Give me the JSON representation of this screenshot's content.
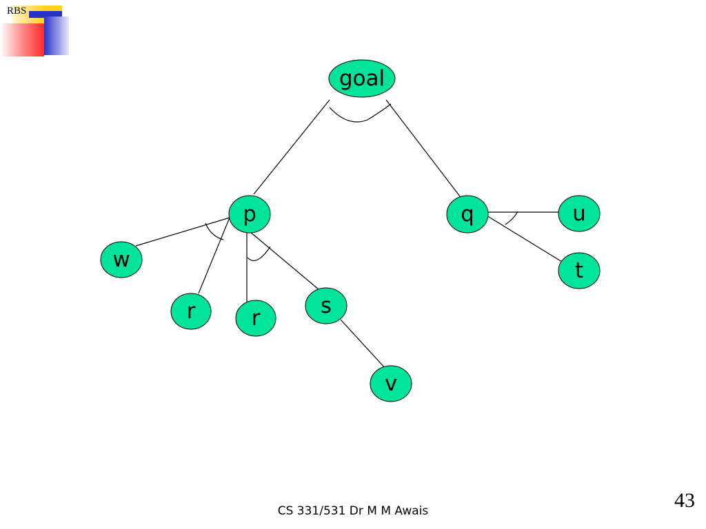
{
  "logo": {
    "text": "RBS",
    "colors": {
      "yellow": "#ffd21e",
      "red": "#ff2a2a",
      "blue": "#2832c8"
    }
  },
  "diagram": {
    "node_fill": "#00e39a",
    "edge_color": "#000000",
    "nodes": [
      {
        "id": "goal",
        "label": "goal"
      },
      {
        "id": "p",
        "label": "p"
      },
      {
        "id": "q",
        "label": "q"
      },
      {
        "id": "u",
        "label": "u"
      },
      {
        "id": "t",
        "label": "t"
      },
      {
        "id": "w",
        "label": "w"
      },
      {
        "id": "r1",
        "label": "r"
      },
      {
        "id": "r2",
        "label": "r"
      },
      {
        "id": "s",
        "label": "s"
      },
      {
        "id": "v",
        "label": "v"
      }
    ],
    "edges": [
      {
        "from": "goal",
        "to": "p"
      },
      {
        "from": "goal",
        "to": "q"
      },
      {
        "from": "q",
        "to": "u"
      },
      {
        "from": "q",
        "to": "t"
      },
      {
        "from": "p",
        "to": "w"
      },
      {
        "from": "p",
        "to": "r1"
      },
      {
        "from": "p",
        "to": "r2"
      },
      {
        "from": "p",
        "to": "s"
      },
      {
        "from": "s",
        "to": "v"
      }
    ],
    "and_arcs": [
      {
        "parent": "goal",
        "children": [
          "p",
          "q"
        ]
      },
      {
        "parent": "q",
        "children": [
          "u",
          "t"
        ]
      },
      {
        "parent": "p",
        "children": [
          "w",
          "r1"
        ]
      },
      {
        "parent": "p",
        "children": [
          "r2",
          "s"
        ]
      }
    ]
  },
  "footer": {
    "text": "CS 331/531 Dr M M Awais"
  },
  "page": {
    "number": "43"
  }
}
